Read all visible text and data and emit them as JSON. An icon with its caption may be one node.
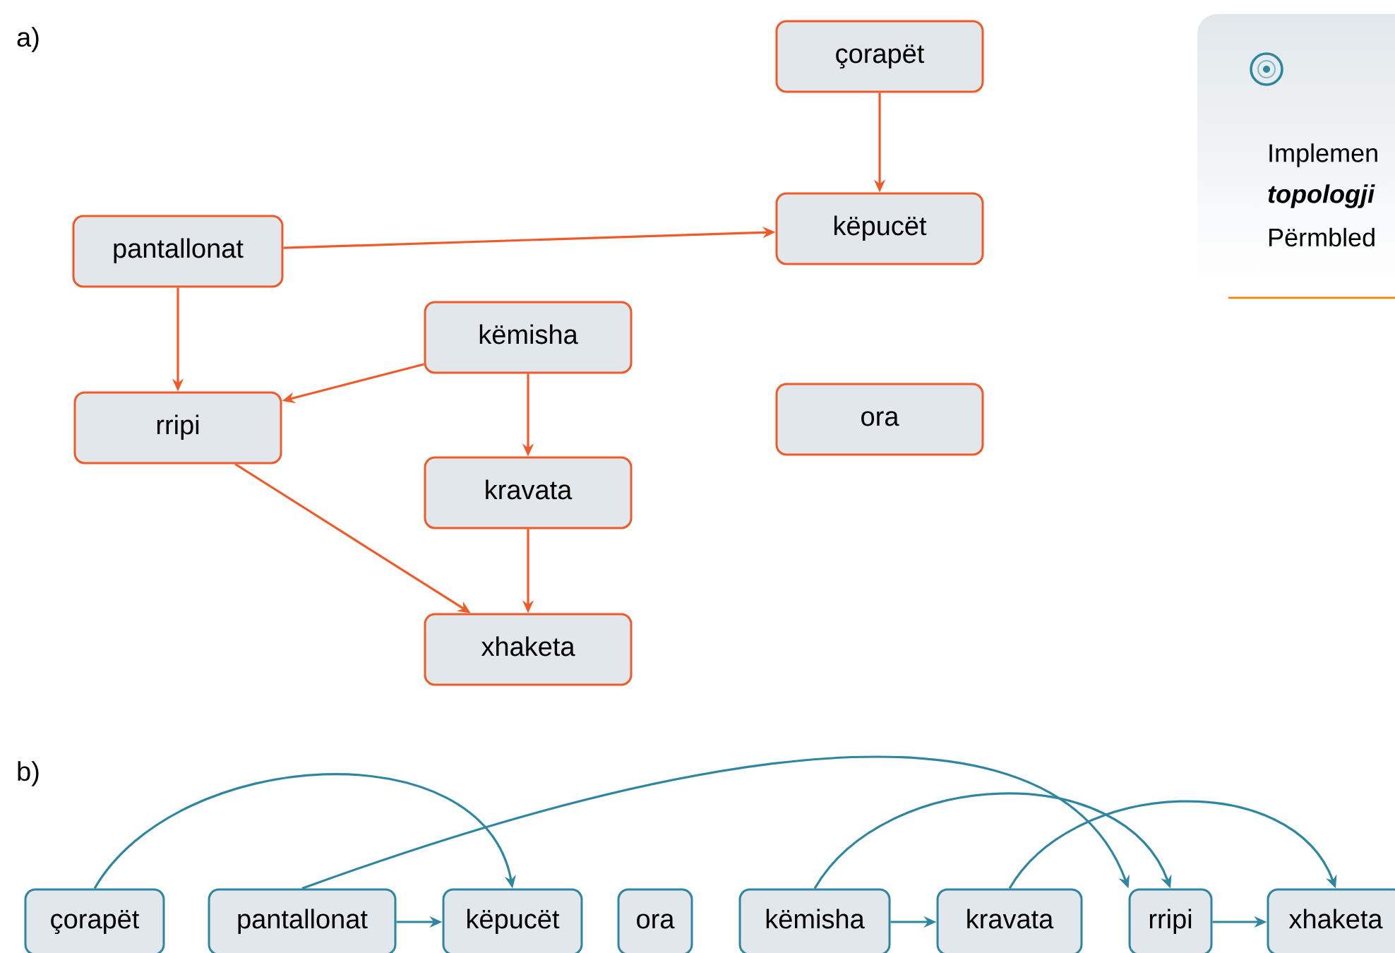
{
  "diagram": {
    "nodes": [
      {
        "text": [
          "çorapët"
        ]
      },
      {
        "text": [
          "këpucët"
        ]
      },
      {
        "text": [
          "pantallonat"
        ]
      },
      {
        "text": [
          "këmisha"
        ]
      },
      {
        "text": [
          "rripi"
        ]
      },
      {
        "text": [
          "ora"
        ]
      },
      {
        "text": [
          "kravata"
        ]
      },
      {
        "text": [
          "xhaketa"
        ]
      },
      {
        "text": [
          "çorapët"
        ]
      },
      {
        "text": [
          "pantallonat"
        ]
      },
      {
        "text": [
          "këpucët"
        ]
      },
      {
        "text": [
          "ora"
        ]
      },
      {
        "text": [
          "këmisha"
        ]
      },
      {
        "text": [
          "kravata"
        ]
      },
      {
        "text": [
          "rripi"
        ]
      },
      {
        "text": [
          "xhaketa"
        ]
      },
      {
        "text": [
          "Implemen",
          "topologji",
          "Përmbled"
        ]
      }
    ],
    "edges": [
      {
        "from": 0,
        "to": 1,
        "arrow": "to"
      },
      {
        "from": 2,
        "to": 1,
        "arrow": "to"
      },
      {
        "from": 2,
        "to": 4,
        "arrow": "to"
      },
      {
        "from": 3,
        "to": 4,
        "arrow": "to"
      },
      {
        "from": 3,
        "to": 6,
        "arrow": "to"
      },
      {
        "from": 6,
        "to": 7,
        "arrow": "to"
      },
      {
        "from": 4,
        "to": 7,
        "arrow": "to"
      },
      {
        "from": 8,
        "to": 10,
        "arrow": "to",
        "color": "#2e86a0"
      },
      {
        "from": 9,
        "to": 10,
        "arrow": "to",
        "color": "#2e86a0"
      },
      {
        "from": 9,
        "to": 14,
        "arrow": "to",
        "color": "#2e86a0"
      },
      {
        "from": 12,
        "to": 13,
        "arrow": "to",
        "color": "#2e86a0"
      },
      {
        "from": 12,
        "to": 14,
        "arrow": "to",
        "color": "#2e86a0"
      },
      {
        "from": 13,
        "to": 15,
        "arrow": "to",
        "color": "#2e86a0"
      },
      {
        "from": 14,
        "to": 15,
        "arrow": "to",
        "color": "#2e86a0"
      }
    ],
    "labels": [
      "a)",
      "b)"
    ]
  }
}
